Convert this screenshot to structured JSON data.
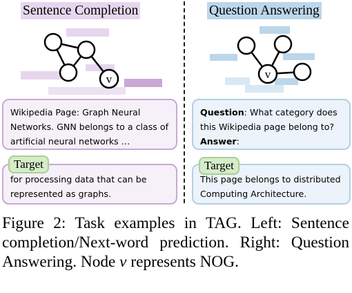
{
  "left_panel": {
    "title": "Sentence Completion",
    "node_label": "v",
    "context_text": "Wikipedia Page: Graph Neural Networks. GNN belongs to a class of artificial neural networks …",
    "target_label": "Target",
    "target_text": "for processing data that can be represented as graphs."
  },
  "right_panel": {
    "title": "Question Answering",
    "node_label": "v",
    "question_label": "Question",
    "question_text": ": What category does this Wikipedia page belong to?",
    "answer_label": "Answer",
    "answer_text": ":",
    "target_label": "Target",
    "target_text": "This page belongs to distributed Computing Architecture."
  },
  "caption": {
    "part1": "Figure 2: Task examples in TAG. Left: Sentence completion/Next-word prediction. Right: Question Answering. Node ",
    "node_var": "v",
    "part2": " represents NOG."
  },
  "colors": {
    "left_accent": "#c9a8d6",
    "right_accent": "#b4cfe4",
    "target_green": "#d6ecc9"
  }
}
